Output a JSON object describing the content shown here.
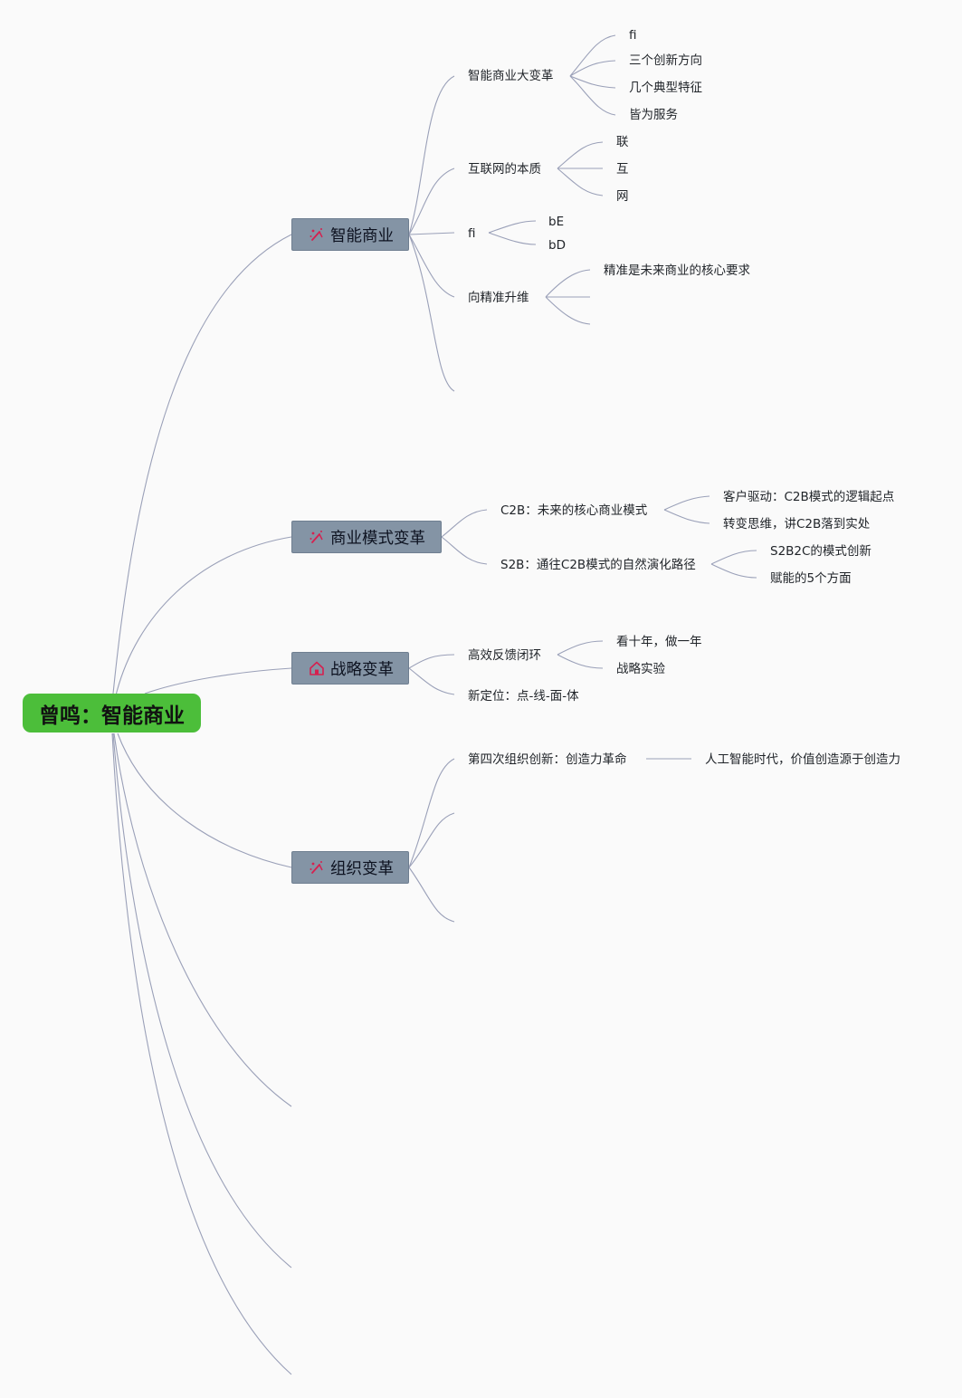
{
  "root": {
    "label": "曾鸣：智能商业"
  },
  "colors": {
    "root_fill": "#4cbe3a",
    "branch_fill": "#8494a5",
    "link": "#9aa0b8",
    "icon_accent": "#d6204f"
  },
  "branches": {
    "b1": {
      "label": "智能商业",
      "icon": "magic-wand-icon"
    },
    "b2": {
      "label": "商业模式变革",
      "icon": "magic-wand-icon"
    },
    "b3": {
      "label": "战略变革",
      "icon": "home-icon"
    },
    "b4": {
      "label": "组织变革",
      "icon": "magic-wand-icon"
    }
  },
  "nodes": {
    "n1": "智能商业大变革",
    "n1_1": "fi",
    "n1_2": "三个创新方向",
    "n1_3": "几个典型特征",
    "n1_4": "皆为服务",
    "n2": "互联网的本质",
    "n2_1": "联",
    "n2_2": "互",
    "n2_3": "网",
    "n3": "fi",
    "n3_1": "bE",
    "n3_2": "bD",
    "n4": "向精准升维",
    "n4_1": "精准是未来商业的核心要求",
    "m1": "C2B：未来的核心商业模式",
    "m1_1": "客户驱动：C2B模式的逻辑起点",
    "m1_2": "转变思维，讲C2B落到实处",
    "m2": "S2B：通往C2B模式的自然演化路径",
    "m2_1": "S2B2C的模式创新",
    "m2_2": "赋能的5个方面",
    "s1": "高效反馈闭环",
    "s1_1": "看十年，做一年",
    "s1_2": "战略实验",
    "s2": "新定位：点-线-面-体",
    "o1": "第四次组织创新：创造力革命",
    "o1_1": "人工智能时代，价值创造源于创造力"
  }
}
